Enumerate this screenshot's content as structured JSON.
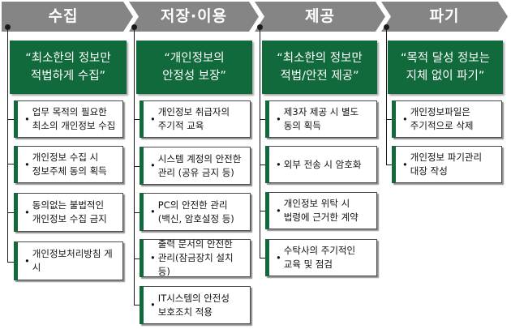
{
  "stages": [
    {
      "title": "수집",
      "banner": [
        "“최소한의 정보만",
        "적법하게 수집”"
      ],
      "items": [
        [
          "업무 목적의 필요한",
          "최소의 개인정보 수집"
        ],
        [
          "개인정보 수집 시",
          "정보주체 동의 획득"
        ],
        [
          "동의없는 불법적인",
          "개인정보 수집 금지"
        ],
        [
          "개인정보처리방침 게시"
        ]
      ]
    },
    {
      "title": "저장·이용",
      "banner": [
        "“개인정보의",
        "안정성 보장”"
      ],
      "items": [
        [
          "개인정보 취급자의",
          "주기적 교육"
        ],
        [
          "시스템 계정의 안전한",
          "관리 (공유 금지 등)"
        ],
        [
          "PC의 안전한 관리",
          "(백신, 암호설정 등)"
        ],
        [
          "출력 문서의 안전한",
          "관리(잠금장치 설치 등)"
        ],
        [
          "IT시스템의 안전성",
          "보호조치 적용"
        ]
      ]
    },
    {
      "title": "제공",
      "banner": [
        "“최소한의 정보만",
        "적법/안전 제공”"
      ],
      "items": [
        [
          "제3자 제공 시 별도",
          "동의 획득"
        ],
        [
          "외부 전송 시 암호화"
        ],
        [
          "개인정보 위탁 시",
          "법령에 근거한 계약"
        ],
        [
          "수탁사의 주기적인",
          "교육 및 점검"
        ]
      ]
    },
    {
      "title": "파기",
      "banner": [
        "“목적 달성 정보는",
        "지체 없이 파기”"
      ],
      "items": [
        [
          "개인정보파일은",
          "주기적으로 삭제"
        ],
        [
          "개인정보 파기관리",
          "대장 작성"
        ]
      ]
    }
  ],
  "colors": {
    "chevron_gray": "#858585",
    "banner_green": "#106a3b",
    "accent_green": "#106a3b",
    "line": "#1a1a1a"
  }
}
